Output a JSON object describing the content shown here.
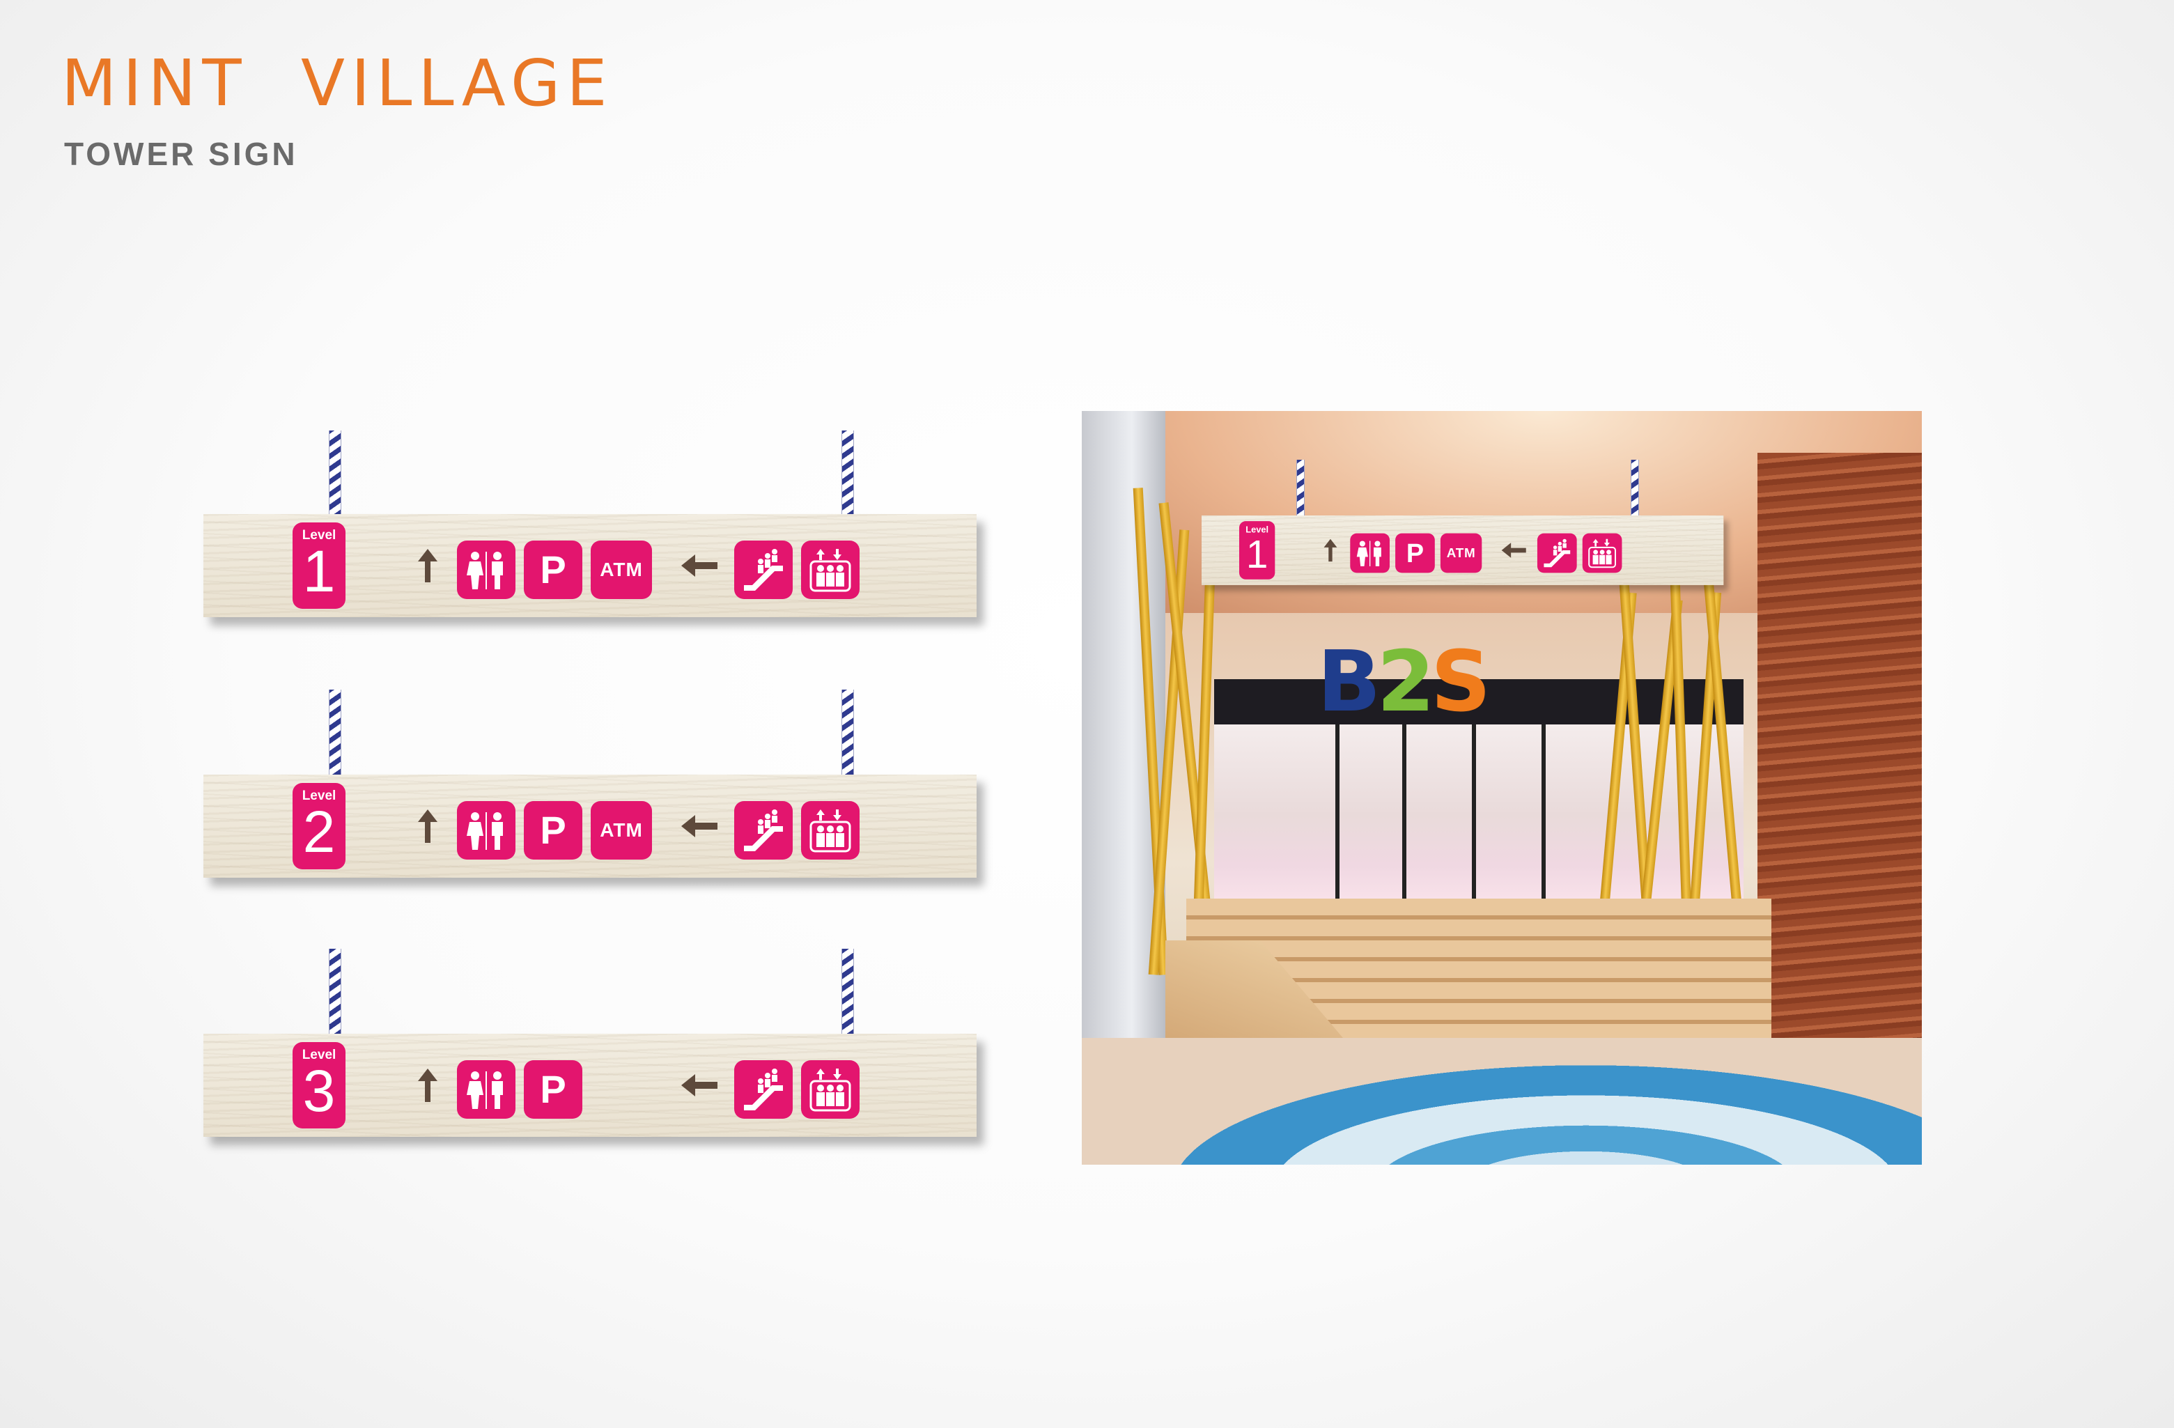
{
  "header": {
    "title": "MINT  VILLAGE",
    "subtitle": "TOWER SIGN"
  },
  "colors": {
    "title": "#e97826",
    "subtitle": "#6a6a6a",
    "sign_accent": "#e3156e",
    "arrow": "#5e4a3c",
    "rod_stripe": "#2f3a8f"
  },
  "signs": [
    {
      "level_word": "Level",
      "level_number": "1",
      "up_arrow_icon": "arrow-up-icon",
      "left_arrow_icon": "arrow-left-icon",
      "icons": [
        "restroom-icon",
        "parking-icon",
        "atm-icon",
        "escalator-icon",
        "elevator-icon"
      ],
      "parking_label": "P",
      "atm_label": "ATM"
    },
    {
      "level_word": "Level",
      "level_number": "2",
      "up_arrow_icon": "arrow-up-icon",
      "left_arrow_icon": "arrow-left-icon",
      "icons": [
        "restroom-icon",
        "parking-icon",
        "atm-icon",
        "escalator-icon",
        "elevator-icon"
      ],
      "parking_label": "P",
      "atm_label": "ATM"
    },
    {
      "level_word": "Level",
      "level_number": "3",
      "up_arrow_icon": "arrow-up-icon",
      "left_arrow_icon": "arrow-left-icon",
      "icons": [
        "restroom-icon",
        "parking-icon",
        "escalator-icon",
        "elevator-icon"
      ],
      "parking_label": "P"
    }
  ],
  "photo": {
    "store_logo": {
      "b": "B",
      "two": "2",
      "s": "S"
    },
    "sign": {
      "level_word": "Level",
      "level_number": "1",
      "parking_label": "P",
      "atm_label": "ATM"
    }
  }
}
